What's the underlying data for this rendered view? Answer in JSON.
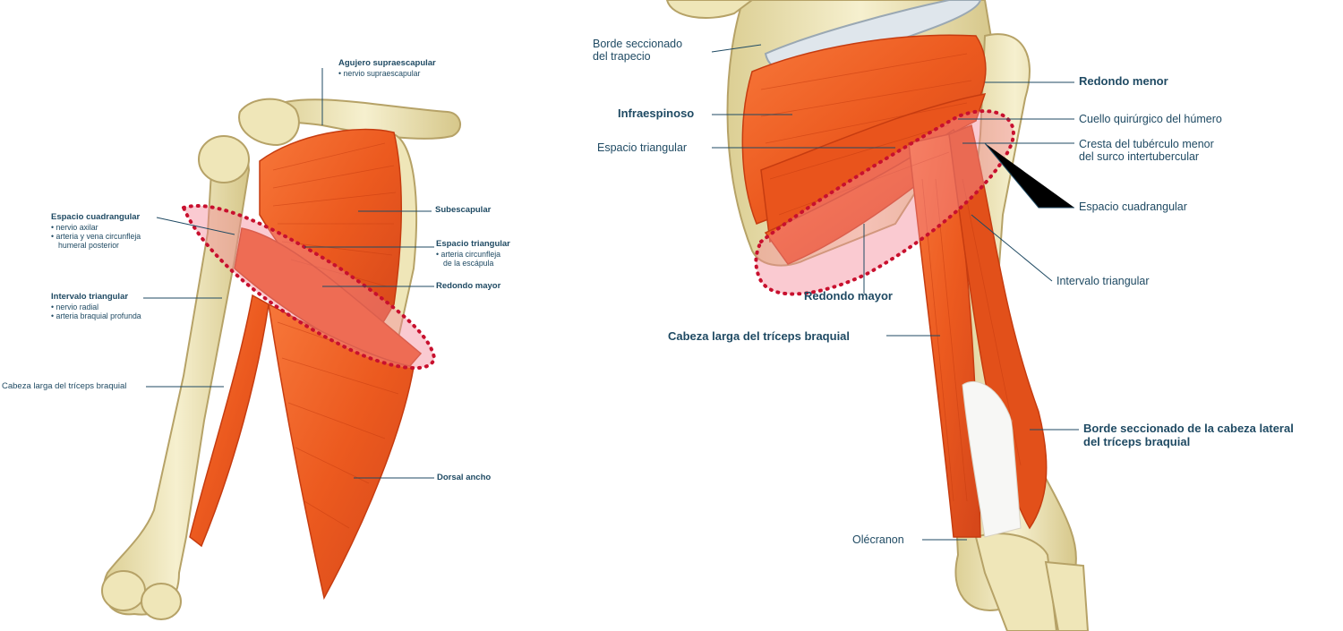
{
  "colors": {
    "muscle": "#ee5a1e",
    "muscle_dark": "#c63c10",
    "bone": "#efe6b8",
    "bone_edge": "#b6a267",
    "highlight": "#f58a9a",
    "dots": "#c8102e",
    "text": "#1f4a63"
  },
  "left_labels": {
    "agujero": {
      "title": "Agujero supraescapular",
      "items": [
        "• nervio supraescapular"
      ]
    },
    "cuadrangular": {
      "title": "Espacio cuadrangular",
      "items": [
        "• nervio axilar",
        "• arteria y vena circunfleja",
        "humeral posterior"
      ]
    },
    "subescapular": {
      "title": "Subescapular"
    },
    "triangular": {
      "title": "Espacio triangular",
      "items": [
        "• arteria circunfleja",
        "de la escápula"
      ]
    },
    "redondo_mayor": {
      "title": "Redondo mayor"
    },
    "intervalo": {
      "title": "Intervalo triangular",
      "items": [
        "• nervio radial",
        "• arteria braquial profunda"
      ]
    },
    "cabeza_larga": {
      "title": "Cabeza larga del tríceps braquial"
    },
    "dorsal": {
      "title": "Dorsal ancho"
    }
  },
  "right_labels": {
    "borde_trapecio": [
      "Borde seccionado",
      "del trapecio"
    ],
    "infraespinoso": "Infraespinoso",
    "espacio_triangular": "Espacio triangular",
    "redondo_menor": "Redondo menor",
    "cuello": "Cuello quirúrgico del húmero",
    "cresta": [
      "Cresta del tubérculo menor",
      "del surco intertubercular"
    ],
    "espacio_cuadrangular": "Espacio cuadrangular",
    "intervalo_triangular": "Intervalo triangular",
    "redondo_mayor": "Redondo mayor",
    "cabeza_larga": "Cabeza larga del tríceps braquial",
    "borde_lateral": [
      "Borde seccionado de la cabeza lateral",
      "del tríceps braquial"
    ],
    "olecranon": "Olécranon"
  }
}
